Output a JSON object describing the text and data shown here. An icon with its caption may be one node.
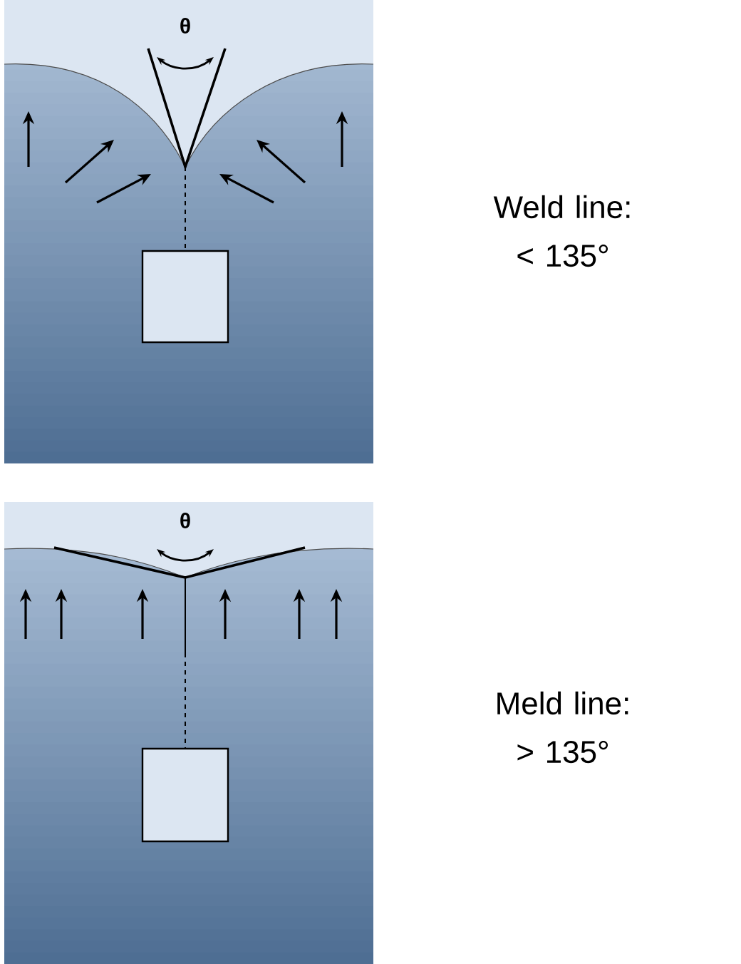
{
  "diagram": {
    "labels": [
      "θ",
      "Weld line: < 135°",
      "θ",
      "Meld line: > 135°"
    ]
  }
}
